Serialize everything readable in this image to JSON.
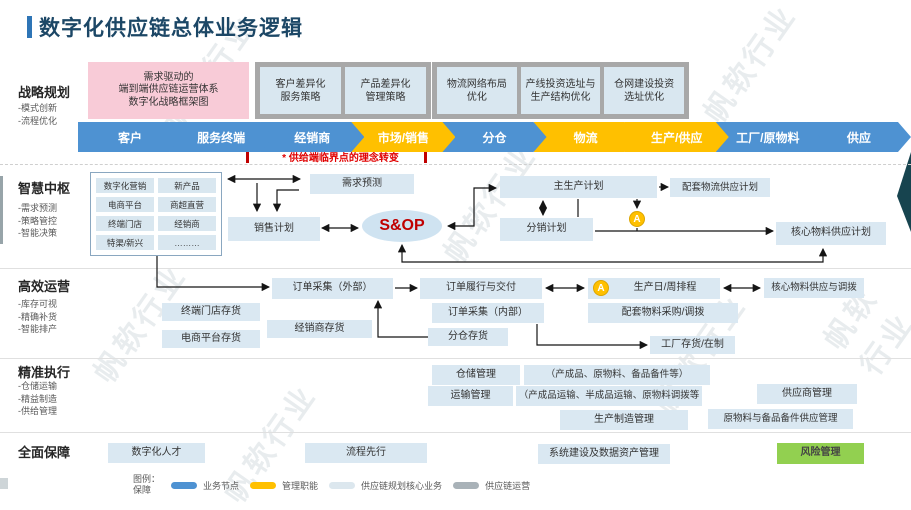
{
  "title": "数字化供应链总体业务逻辑",
  "watermark": "帆软行业",
  "side_sections": [
    {
      "label": "战略规划",
      "bullets": "-模式创新\n-流程优化"
    },
    {
      "label": "智慧中枢",
      "bullets": "-需求预测\n-策略管控\n-智能决策"
    },
    {
      "label": "高效运营",
      "bullets": "-库存可视\n-精确补货\n-智能排产"
    },
    {
      "label": "精准执行",
      "bullets": "-仓储运输\n-精益制造\n-供给管理"
    },
    {
      "label": "全面保障",
      "bullets": ""
    }
  ],
  "strategy": {
    "pink_box": "需求驱动的\n端到端供应链运营体系\n数字化战略框架图",
    "group1": [
      "客户差异化\n服务策略",
      "产品差异化\n管理策略"
    ],
    "group2": [
      "物流网络布局\n优化",
      "产线投资选址与\n生产结构优化",
      "仓网建设投资\n选址优化"
    ]
  },
  "chain_nodes": [
    {
      "label": "客户",
      "type": "blue"
    },
    {
      "label": "服务终端",
      "type": "blue"
    },
    {
      "label": "经销商",
      "type": "blue"
    },
    {
      "label": "市场/销售",
      "type": "yellow"
    },
    {
      "label": "分仓",
      "type": "blue"
    },
    {
      "label": "物流",
      "type": "yellow"
    },
    {
      "label": "生产/供应",
      "type": "yellow"
    },
    {
      "label": "工厂/原物料",
      "type": "blue"
    },
    {
      "label": "供应",
      "type": "blue"
    }
  ],
  "chain_note": "* 供给端临界点的理念转变",
  "hub": {
    "channels": [
      "数字化营销",
      "新产品",
      "电商平台",
      "商超直营",
      "终端门店",
      "经销商",
      "特渠/新兴",
      "………"
    ],
    "demand_forecast": "需求预测",
    "sales_plan": "销售计划",
    "sop": "S&OP",
    "master_plan": "主生产计划",
    "logistics_plan": "配套物流供应计划",
    "distribution_plan": "分销计划",
    "core_material_plan": "核心物料供应计划",
    "badge_a": "A"
  },
  "ops": {
    "store_inventory": "终端门店存货",
    "ecom_inventory": "电商平台存货",
    "dealer_inventory": "经销商存货",
    "order_external": "订单采集（外部）",
    "order_fulfillment": "订单履行与交付",
    "order_internal": "订单采集（内部）",
    "warehouse_inventory": "分仓存货",
    "production_schedule": "生产日/周排程",
    "badge_a": "A",
    "material_purchase": "配套物料采购/调拨",
    "core_material_supply": "核心物料供应与调拨",
    "factory_inventory": "工厂存货/在制"
  },
  "exec": {
    "warehouse_mgmt": "仓储管理",
    "warehouse_scope": "（产成品、原物料、备品备件等）",
    "transport_mgmt": "运输管理",
    "transport_scope": "（产成品运输、半成品运输、原物料调拨等",
    "production_mgmt": "生产制造管理",
    "supplier_mgmt": "供应商管理",
    "material_backup_mgmt": "原物料与备品备件供应管理"
  },
  "assure": {
    "talent": "数字化人才",
    "process": "流程先行",
    "system": "系统建设及数据资产管理",
    "risk": "风险管理"
  },
  "legend": {
    "title": "图例：",
    "sub": "保障",
    "items": [
      {
        "label": "业务节点",
        "color": "#4E92D2"
      },
      {
        "label": "管理职能",
        "color": "#FFC000"
      },
      {
        "label": "供应链规划核心业务",
        "color": "#DCE7EE"
      },
      {
        "label": "供应链运营",
        "color": "#A9B2B8"
      }
    ]
  },
  "colors": {
    "accent_blue": "#2E75B6",
    "title": "#1C4766",
    "node_blue": "#4E92D2",
    "node_yellow": "#FFC000",
    "box_bg": "#DAE8F2",
    "pink_bg": "#F8CBD7",
    "note_red": "#E00000",
    "risk_green": "#92D050"
  }
}
